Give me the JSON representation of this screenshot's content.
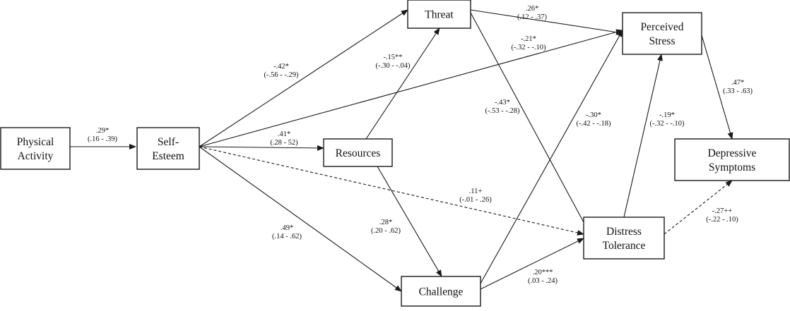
{
  "diagram": {
    "colors": {
      "stroke": "#1a1a1a",
      "background": "#ffffff",
      "text": "#111111"
    },
    "nodes": [
      {
        "id": "physical",
        "lines": [
          "Physical",
          "Activity"
        ]
      },
      {
        "id": "selfesteem",
        "lines": [
          "Self-",
          "Esteem"
        ]
      },
      {
        "id": "threat",
        "lines": [
          "Threat"
        ]
      },
      {
        "id": "resources",
        "lines": [
          "Resources"
        ]
      },
      {
        "id": "challenge",
        "lines": [
          "Challenge"
        ]
      },
      {
        "id": "stress",
        "lines": [
          "Perceived",
          "Stress"
        ]
      },
      {
        "id": "distress",
        "lines": [
          "Distress",
          "Tolerance"
        ]
      },
      {
        "id": "depressive",
        "lines": [
          "Depressive",
          "Symptoms"
        ]
      }
    ],
    "edges": [
      {
        "id": "pa-se",
        "from": "physical",
        "to": "selfesteem",
        "style": "solid",
        "coef": ".29*",
        "ci": "(.16 - .39)"
      },
      {
        "id": "se-threat",
        "from": "selfesteem",
        "to": "threat",
        "style": "solid",
        "coef": "-.42*",
        "ci": "(-.56 - -.29)"
      },
      {
        "id": "se-stress",
        "from": "selfesteem",
        "to": "stress",
        "style": "solid",
        "coef": "-.21*",
        "ci": "(-.32 - -.10)"
      },
      {
        "id": "se-resources",
        "from": "selfesteem",
        "to": "resources",
        "style": "solid",
        "coef": ".41*",
        "ci": "(.28 - 52)"
      },
      {
        "id": "se-distress",
        "from": "selfesteem",
        "to": "distress",
        "style": "dashed",
        "coef": ".11+",
        "ci": "(-.01 - .26)"
      },
      {
        "id": "se-challenge",
        "from": "selfesteem",
        "to": "challenge",
        "style": "solid",
        "coef": ".49*",
        "ci": "(.14 - .62)"
      },
      {
        "id": "resources-threat",
        "from": "resources",
        "to": "threat",
        "style": "solid",
        "coef": "-.15**",
        "ci": "(-.30 - -.04)"
      },
      {
        "id": "resources-challenge",
        "from": "resources",
        "to": "challenge",
        "style": "solid",
        "coef": ".28*",
        "ci": "(.20 - .62)"
      },
      {
        "id": "threat-stress",
        "from": "threat",
        "to": "stress",
        "style": "solid",
        "coef": ".26*",
        "ci": "(.12 - .37)"
      },
      {
        "id": "threat-distress",
        "from": "threat",
        "to": "distress",
        "style": "solid",
        "coef": "-.43*",
        "ci": "(-.53 - -.28)"
      },
      {
        "id": "challenge-stress",
        "from": "challenge",
        "to": "stress",
        "style": "solid",
        "coef": "-.30*",
        "ci": "(-.42 - -.18)"
      },
      {
        "id": "challenge-distress",
        "from": "challenge",
        "to": "distress",
        "style": "solid",
        "coef": ".20***",
        "ci": "(.03 - .24)"
      },
      {
        "id": "distress-stress",
        "from": "distress",
        "to": "stress",
        "style": "solid",
        "coef": "-.19*",
        "ci": "(-.32 - -.10)"
      },
      {
        "id": "stress-depressive",
        "from": "stress",
        "to": "depressive",
        "style": "solid",
        "coef": ".47*",
        "ci": "(.33 - .63)"
      },
      {
        "id": "distress-depressive",
        "from": "distress",
        "to": "depressive",
        "style": "dashed",
        "coef": "-.27++",
        "ci": "(-.22 - .10)"
      }
    ]
  }
}
